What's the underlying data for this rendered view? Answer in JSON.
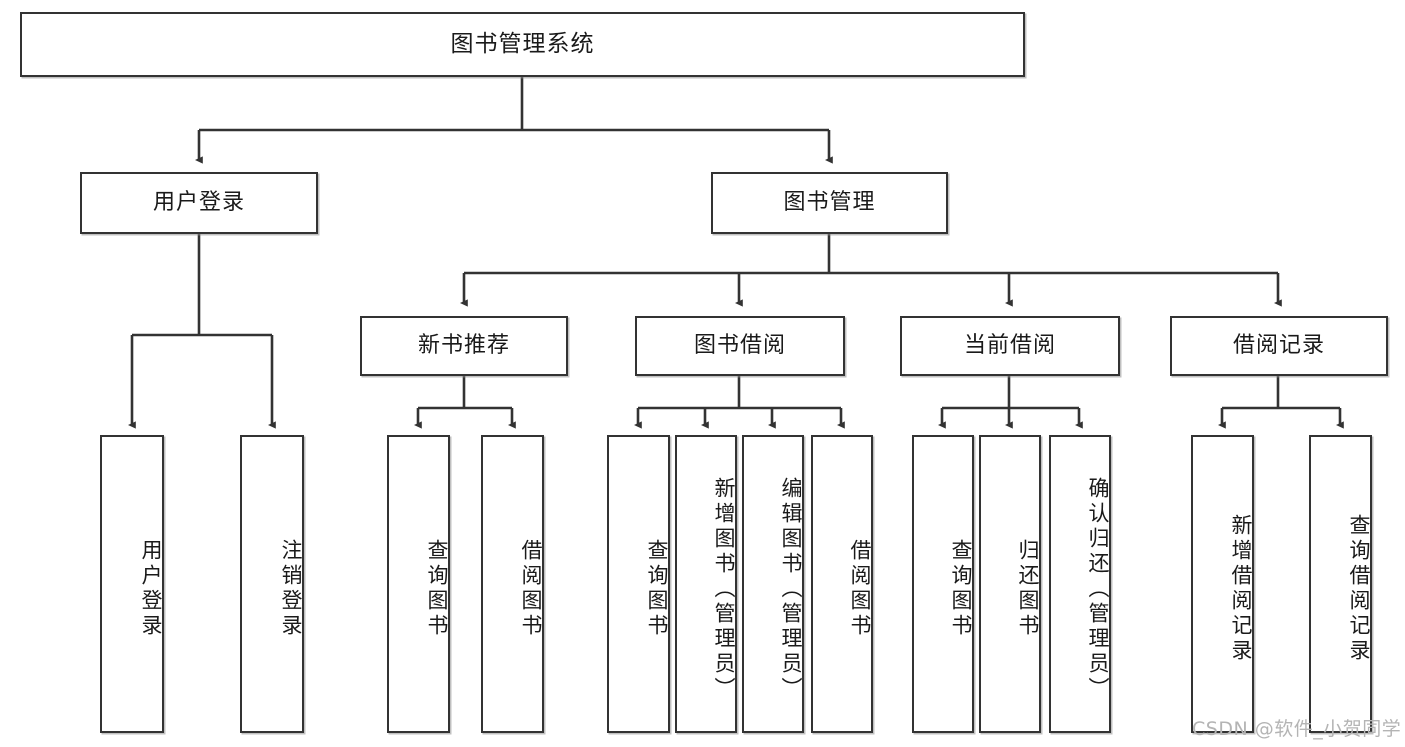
{
  "diagram": {
    "title": "图书管理系统",
    "type": "tree",
    "watermark": "CSDN @软件_小贺同学",
    "line_color": "#333333",
    "box_border_color": "#333333",
    "box_fill_color": "#ffffff",
    "text_color": "#1a1a1a"
  },
  "nodes": {
    "root": {
      "label": "图书管理系统",
      "level": 0,
      "orientation": "horizontal"
    },
    "l1": [
      {
        "id": "user_login",
        "label": "用户登录",
        "level": 1,
        "orientation": "horizontal"
      },
      {
        "id": "book_mgmt",
        "label": "图书管理",
        "level": 1,
        "orientation": "horizontal"
      }
    ],
    "l2": [
      {
        "id": "new_book_rec",
        "label": "新书推荐",
        "level": 2,
        "orientation": "horizontal",
        "parent": "book_mgmt"
      },
      {
        "id": "book_borrow",
        "label": "图书借阅",
        "level": 2,
        "orientation": "horizontal",
        "parent": "book_mgmt"
      },
      {
        "id": "current_borrow",
        "label": "当前借阅",
        "level": 2,
        "orientation": "horizontal",
        "parent": "book_mgmt"
      },
      {
        "id": "borrow_record",
        "label": "借阅记录",
        "level": 2,
        "orientation": "horizontal",
        "parent": "book_mgmt"
      }
    ],
    "leaves": [
      {
        "id": "leaf_user_login",
        "label": "用户登录",
        "parent": "user_login",
        "orientation": "vertical"
      },
      {
        "id": "leaf_user_logout",
        "label": "注销登录",
        "parent": "user_login",
        "orientation": "vertical"
      },
      {
        "id": "leaf_nb_query",
        "label": "查询图书",
        "parent": "new_book_rec",
        "orientation": "vertical"
      },
      {
        "id": "leaf_nb_borrow",
        "label": "借阅图书",
        "parent": "new_book_rec",
        "orientation": "vertical"
      },
      {
        "id": "leaf_bb_query",
        "label": "查询图书",
        "parent": "book_borrow",
        "orientation": "vertical"
      },
      {
        "id": "leaf_bb_add",
        "label": "新增图书（管理员）",
        "parent": "book_borrow",
        "orientation": "vertical"
      },
      {
        "id": "leaf_bb_edit",
        "label": "编辑图书（管理员）",
        "parent": "book_borrow",
        "orientation": "vertical"
      },
      {
        "id": "leaf_bb_borrow",
        "label": "借阅图书",
        "parent": "book_borrow",
        "orientation": "vertical"
      },
      {
        "id": "leaf_cb_query",
        "label": "查询图书",
        "parent": "current_borrow",
        "orientation": "vertical"
      },
      {
        "id": "leaf_cb_return",
        "label": "归还图书",
        "parent": "current_borrow",
        "orientation": "vertical"
      },
      {
        "id": "leaf_cb_confirm",
        "label": "确认归还（管理员）",
        "parent": "current_borrow",
        "orientation": "vertical"
      },
      {
        "id": "leaf_br_add",
        "label": "新增借阅记录",
        "parent": "borrow_record",
        "orientation": "vertical"
      },
      {
        "id": "leaf_br_query",
        "label": "查询借阅记录",
        "parent": "borrow_record",
        "orientation": "vertical"
      }
    ]
  }
}
